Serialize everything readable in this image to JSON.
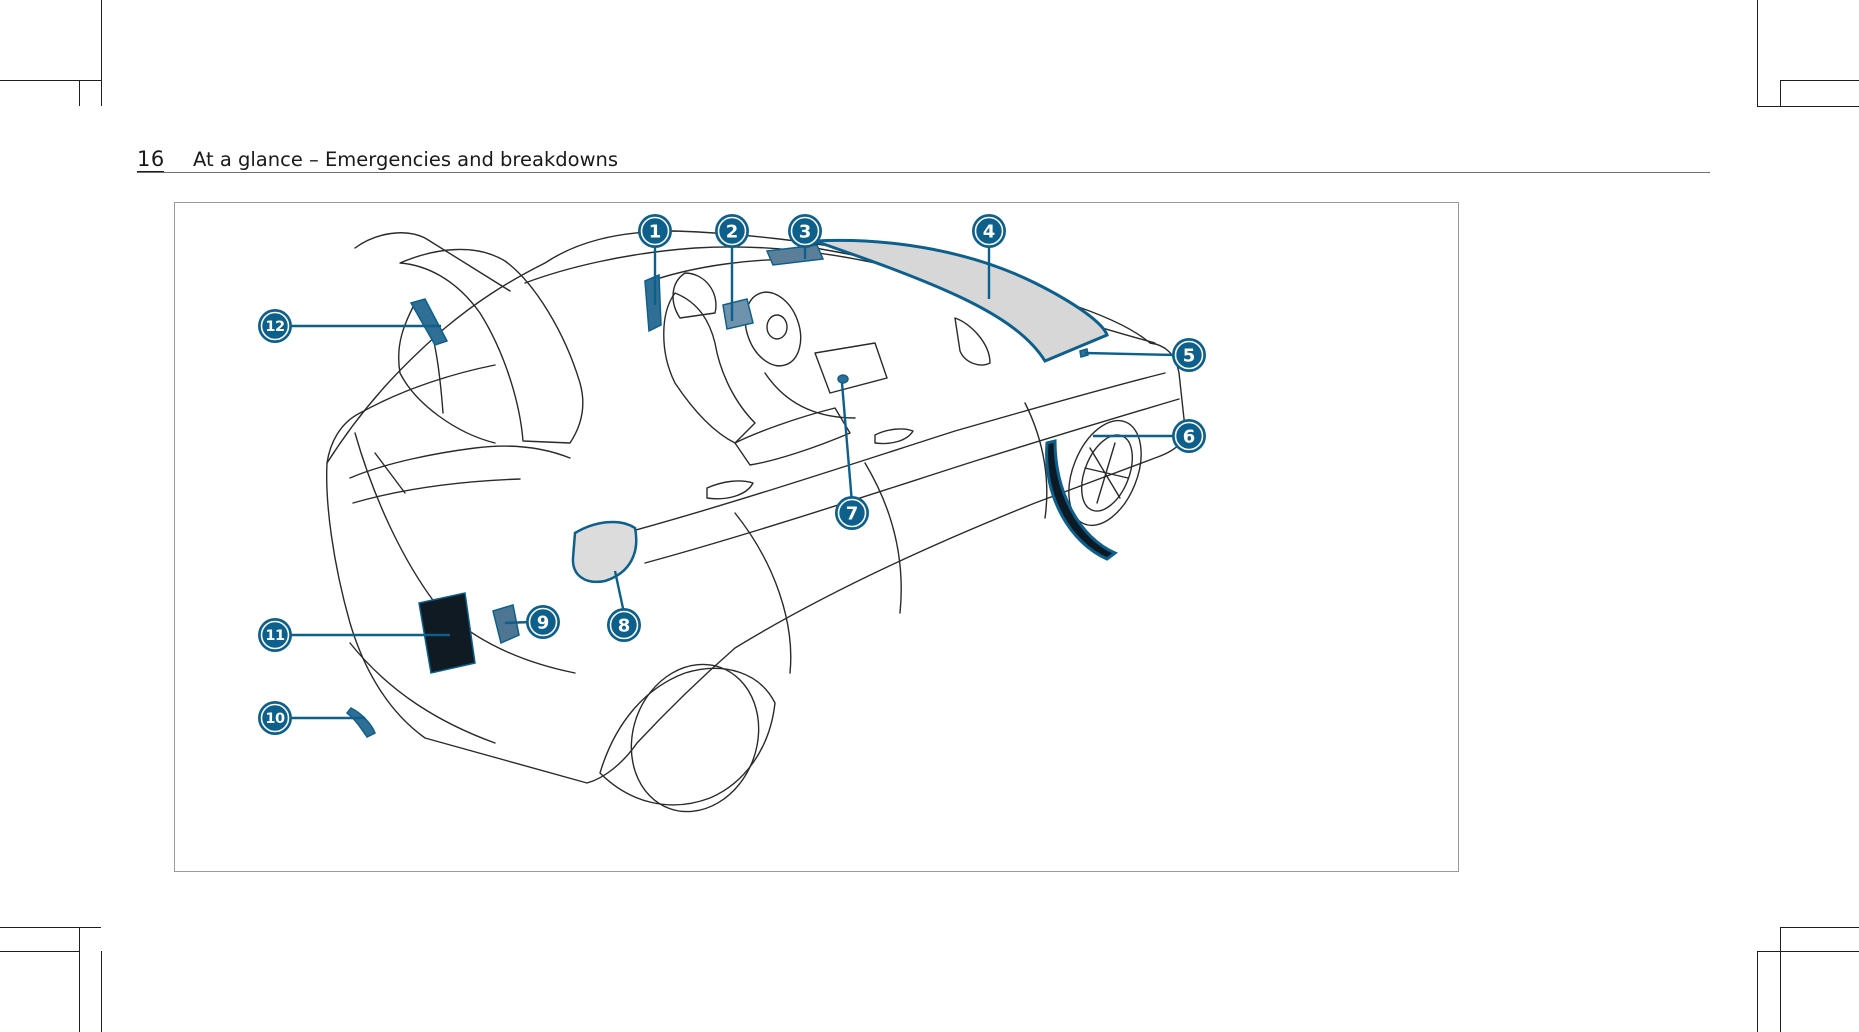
{
  "header": {
    "page_number": "16",
    "title": "At a glance – Emergencies and breakdowns"
  },
  "figure": {
    "accent_color": "#0d5f8c",
    "callouts": [
      "1",
      "2",
      "3",
      "4",
      "5",
      "6",
      "7",
      "8",
      "9",
      "10",
      "11",
      "12"
    ]
  }
}
